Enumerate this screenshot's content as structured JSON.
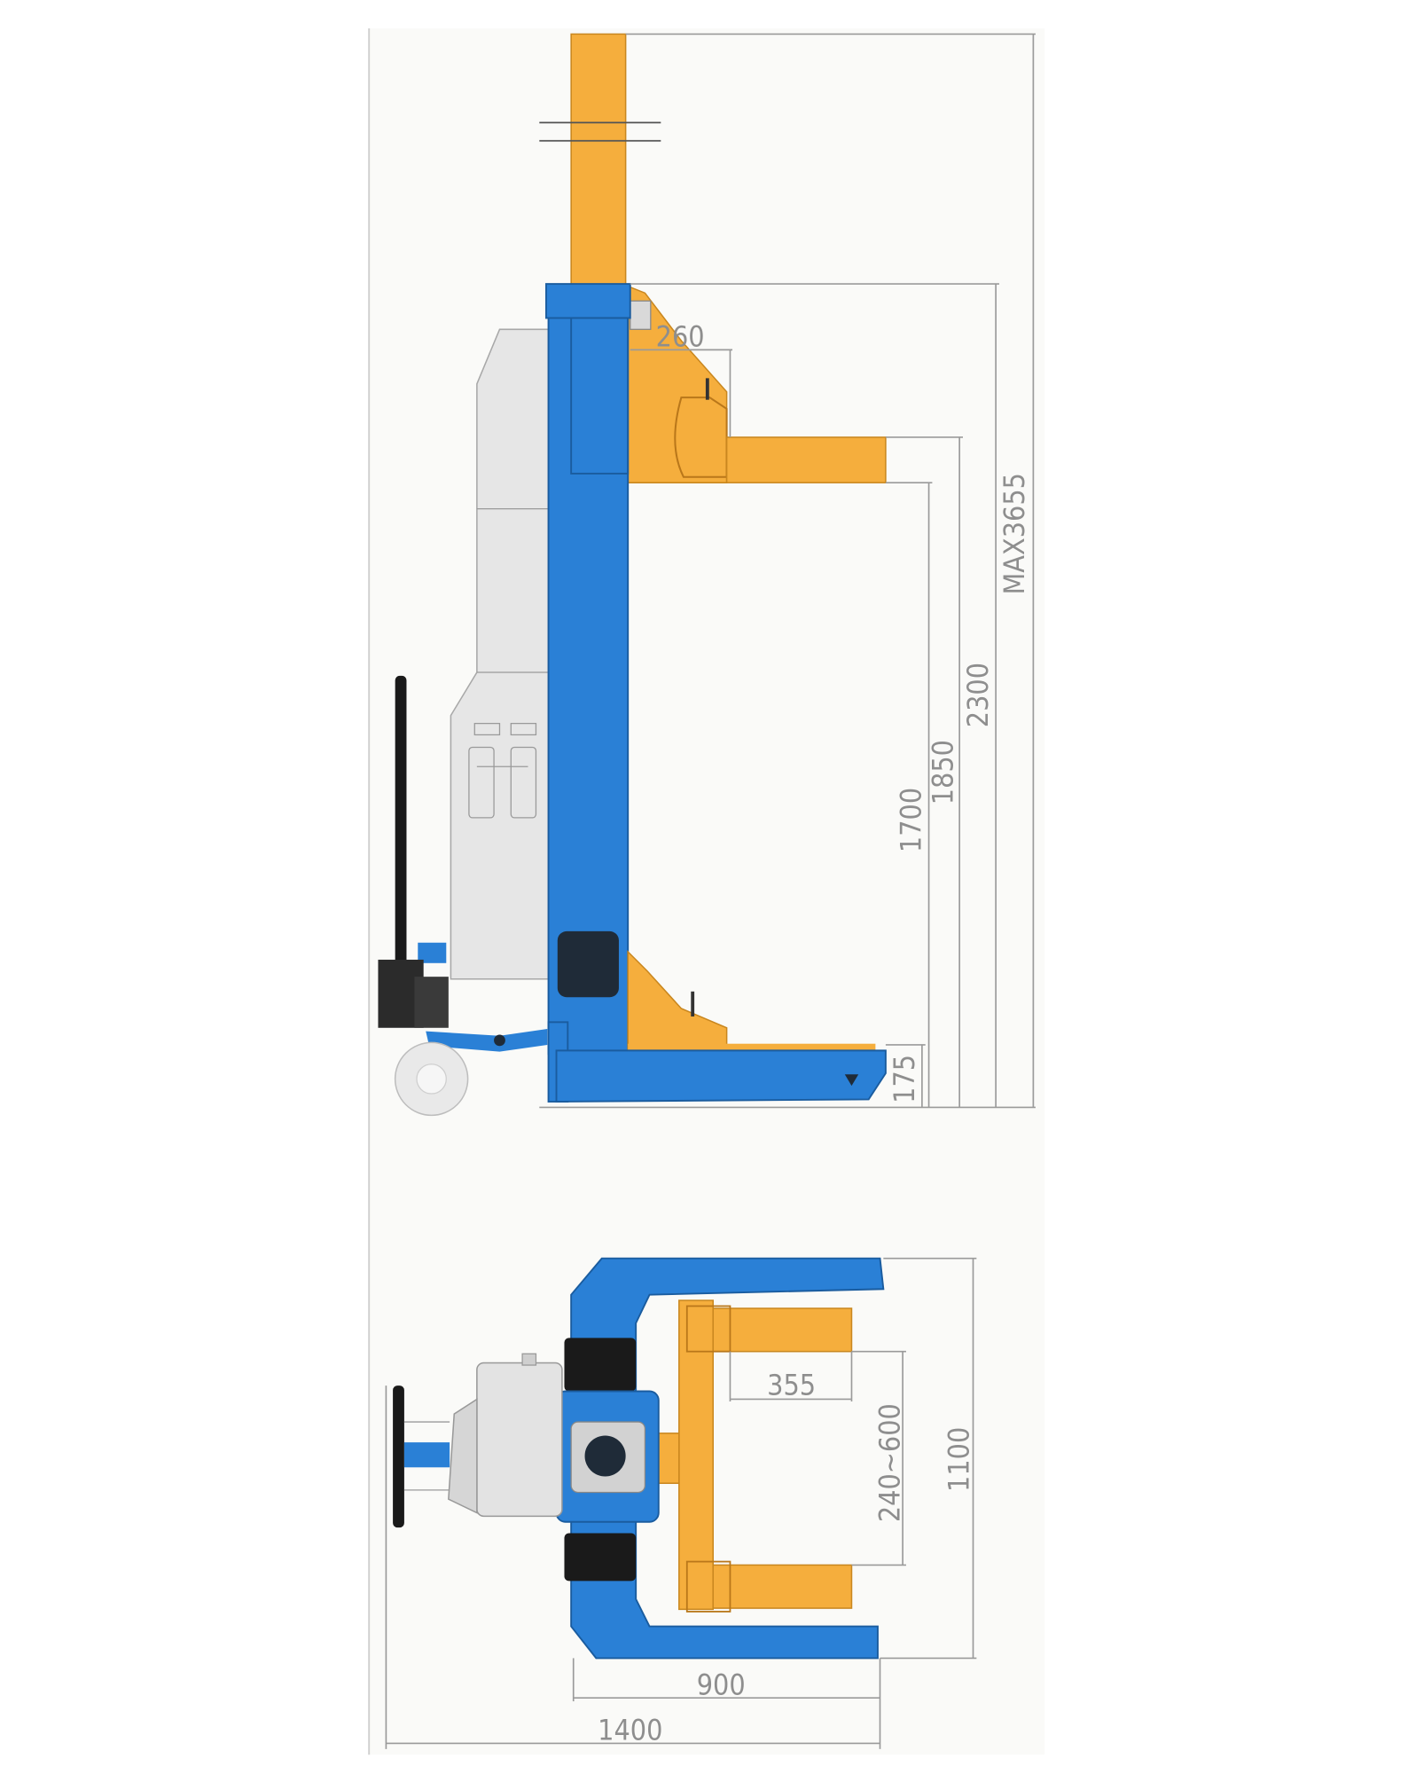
{
  "colors": {
    "blue": "#2a80d6",
    "orange": "#f5ae3d",
    "panel_gray": "#e6e6e6",
    "dark": "#1f2b38",
    "black": "#1a1a1a",
    "wheel": "#e9e9e9",
    "frame_bg": "#fafaf8"
  },
  "side_view": {
    "dims": {
      "carriage_offset": "260",
      "max_height": "MAX3655",
      "column_height": "2300",
      "arm_high": "1850",
      "arm_low": "1700",
      "base_height": "175"
    }
  },
  "plan_view": {
    "dims": {
      "fork_length": "355",
      "fork_span": "240~600",
      "overall_width": "1100",
      "base_length": "900",
      "overall_length": "1400"
    }
  }
}
